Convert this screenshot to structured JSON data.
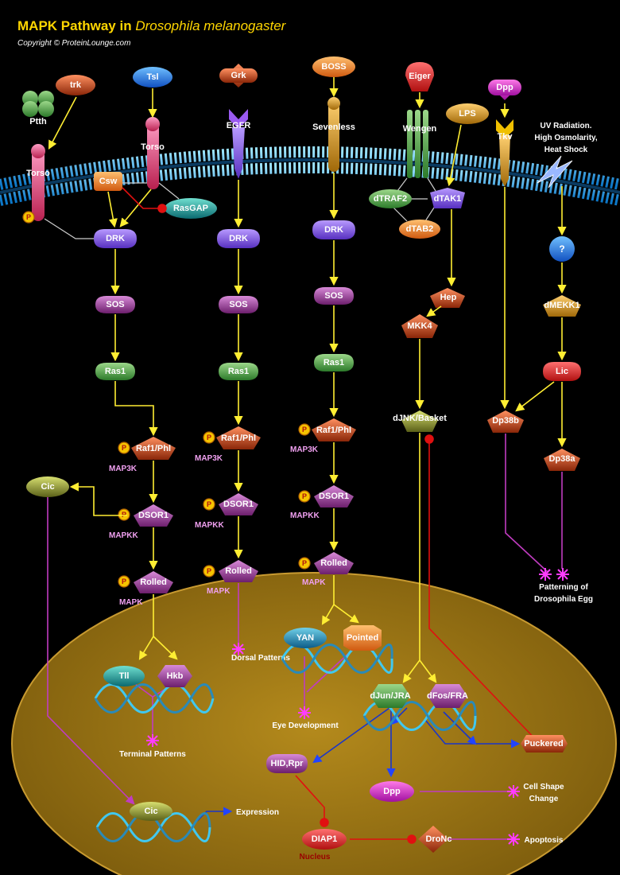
{
  "title": {
    "bold": "MAPK Pathway in ",
    "italic": "Drosophila melanogaster"
  },
  "copyright": "Copyright © ProteinLounge.com",
  "colors": {
    "yellow_arrow": "#ffee33",
    "inhibit": "#e01010",
    "outcome": "#d040c0",
    "nucleus": "#a07a15",
    "membrane": "#38b8ff",
    "transcription": "#1a35c8"
  },
  "ligands": {
    "ptth": "Ptth",
    "trk": "trk",
    "tsl": "Tsl",
    "grk": "Grk",
    "boss": "BOSS",
    "eiger": "Eiger",
    "lps": "LPS",
    "dpp": "Dpp",
    "stress": "UV Radiation. High Osmolarity, Heat Shock"
  },
  "receptors": {
    "torso_left": "Torso",
    "torso": "Torso",
    "egfr": "EGFR",
    "sevenless": "Sevenless",
    "wengen": "Wengen",
    "tkv": "Tkv"
  },
  "adaptors": {
    "csw": "Csw",
    "rasgap": "RasGAP",
    "dtraf2": "dTRAF2",
    "dtak1": "dTAK1",
    "dtab2": "dTAB2",
    "unknown": "?"
  },
  "nodes": {
    "drk": "DRK",
    "sos": "SOS",
    "ras1": "Ras1",
    "raf": "Raf1/Phl",
    "dsor": "DSOR1",
    "rolled": "Rolled",
    "cic": "Cic",
    "tll": "Tll",
    "hkb": "Hkb",
    "yan": "YAN",
    "pointed": "Pointed",
    "hep": "Hep",
    "mkk4": "MKK4",
    "djnk": "dJNK/Basket",
    "dmekk1": "dMEKK1",
    "lic": "Lic",
    "dp38b": "Dp38b",
    "dp38a": "Dp38a",
    "djun": "dJun/JRA",
    "dfos": "dFos/FRA",
    "hid": "HID,Rpr",
    "puckered": "Puckered",
    "dpp_n": "Dpp",
    "diap1": "DIAP1",
    "dronc": "DroNc",
    "cic_n": "Cic"
  },
  "classes": {
    "map3k": "MAP3K",
    "mapkk": "MAPKK",
    "mapk": "MAPK"
  },
  "phospho": "P",
  "outcomes": {
    "terminal": "Terminal Patterns",
    "dorsal": "Dorsal Patterns",
    "eye": "Eye Development",
    "egg": "Patterning of Drosophila Egg",
    "cellshape": "Cell Shape Change",
    "apoptosis": "Apoptosis",
    "expression": "Expression"
  },
  "nucleus_label": "Nucleus"
}
